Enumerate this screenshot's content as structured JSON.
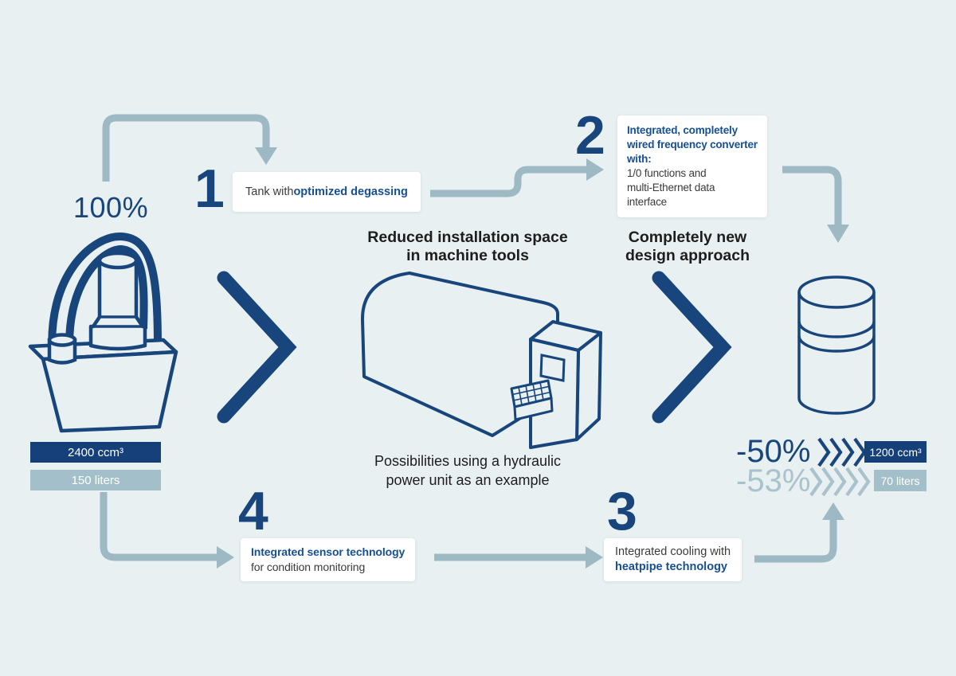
{
  "palette": {
    "background": "#E8F0F1",
    "card": "#FFFFFF",
    "navy": "#17457C",
    "bold_blue": "#174F93",
    "heading": "#1D1D1B",
    "text_dark": "#3A3A39",
    "connector": "#9CB9C4",
    "light": "#A9C2CC",
    "badge_navy": "#16407A",
    "badge_light": "#A3BFCA"
  },
  "before": {
    "percent": "100%",
    "volume_badge": "2400 ccm³",
    "liters_badge": "150 liters"
  },
  "steps": [
    {
      "number": "1",
      "text_normal": "Tank with ",
      "text_bold": "optimized degassing"
    },
    {
      "number": "2",
      "bold_lines": [
        "Integrated, completely",
        "wired frequency converter",
        "with:"
      ],
      "normal_lines": [
        "1/0 functions and",
        "multi-Ethernet data",
        "interface"
      ]
    },
    {
      "number": "3",
      "normal_line": "Integrated cooling with",
      "bold_line": "heatpipe technology"
    },
    {
      "number": "4",
      "bold_line": "Integrated sensor technology",
      "normal_line": "for condition monitoring"
    }
  ],
  "headings": {
    "machine_lines": [
      "Reduced installation space",
      "in machine tools"
    ],
    "design_lines": [
      "Completely new",
      "design approach"
    ],
    "caption_lines": [
      "Possibilities using a hydraulic",
      "power unit as an example"
    ]
  },
  "after": {
    "volume_percent": "-50%",
    "volume_badge": "1200 ccm³",
    "volume_chevrons": 4,
    "liters_percent": "-53%",
    "liters_badge": "70 liters",
    "liters_chevrons": 5
  },
  "illustrations": {
    "before_unit": "hydraulic-power-unit-with-hoses",
    "machine": "machine-tool",
    "after_unit": "compact-cylindrical-power-unit"
  }
}
